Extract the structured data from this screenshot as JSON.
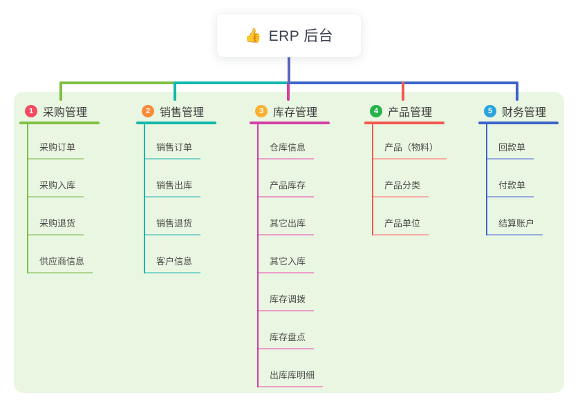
{
  "root": {
    "emoji": "👍",
    "title": "ERP 后台"
  },
  "colors": {
    "root_line": "#5a67c1",
    "panel_background": "#e9f6e1"
  },
  "branches": [
    {
      "index": "1",
      "label": "采购管理",
      "badge_color": "#f54a60",
      "line_color": "#7fbf45",
      "child_line_color": "#abd48d",
      "children": [
        "采购订单",
        "采购入库",
        "采购退货",
        "供应商信息"
      ]
    },
    {
      "index": "2",
      "label": "销售管理",
      "badge_color": "#fa8b3b",
      "line_color": "#12b7ab",
      "child_line_color": "#7fd3ca",
      "children": [
        "销售订单",
        "销售出库",
        "销售退货",
        "客户信息"
      ]
    },
    {
      "index": "3",
      "label": "库存管理",
      "badge_color": "#fbb033",
      "line_color": "#d13fa1",
      "child_line_color": "#eb9bca",
      "children": [
        "仓库信息",
        "产品库存",
        "其它出库",
        "其它入库",
        "库存调拨",
        "库存盘点",
        "出库库明细"
      ]
    },
    {
      "index": "4",
      "label": "产品管理",
      "badge_color": "#28b24b",
      "line_color": "#f25850",
      "child_line_color": "#f8a9a3",
      "children": [
        "产品（物料）",
        "产品分类",
        "产品单位"
      ]
    },
    {
      "index": "5",
      "label": "财务管理",
      "badge_color": "#2aa4dd",
      "line_color": "#3c63cb",
      "child_line_color": "#97a9de",
      "children": [
        "回款单",
        "付款单",
        "结算账户"
      ]
    }
  ]
}
